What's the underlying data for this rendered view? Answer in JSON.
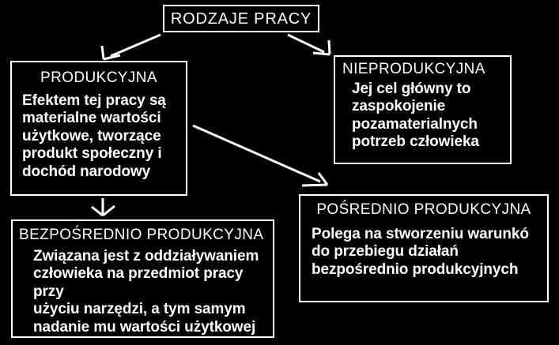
{
  "diagram": {
    "title": "RODZAJE PRACY",
    "background_color": "#000000",
    "foreground_color": "#ffffff",
    "nodes": [
      {
        "id": "root",
        "heading": "RODZAJE PRACY",
        "body": ""
      },
      {
        "id": "produkcyjna",
        "heading": "PRODUKCYJNA",
        "body": "Efektem tej pracy są\nmaterialne wartości\nużytkowe, tworzące\nprodukt społeczny i\ndochód narodowy"
      },
      {
        "id": "nieprodukcyjna",
        "heading": "NIEPRODUKCYJNA",
        "body": "Jej cel główny to\nzaspokojenie\npozamaterialnych\npotrzeb człowieka"
      },
      {
        "id": "bezposrednio",
        "heading": "BEZPOŚREDNIO PRODUKCYJNA",
        "body": "Związana jest z oddziaływaniem\nczłowieka na przedmiot pracy przy\nużyciu narzędzi, a tym samym\nnadanie mu wartości użytkowej"
      },
      {
        "id": "posrednio",
        "heading": "POŚREDNIO PRODUKCYJNA",
        "body": "Polega na stworzeniu warunkó\ndo przebiegu działań\nbezpośrednio produkcyjnych"
      }
    ],
    "edges": [
      {
        "id": "root-to-produkcyjna",
        "from": "root",
        "to": "produkcyjna",
        "style": "arrow"
      },
      {
        "id": "root-to-nieprodukcyjna",
        "from": "root",
        "to": "nieprodukcyjna",
        "style": "arrow"
      },
      {
        "id": "produkcyjna-to-bezposrednio",
        "from": "produkcyjna",
        "to": "bezposrednio",
        "style": "arrow"
      },
      {
        "id": "produkcyjna-to-posrednio",
        "from": "produkcyjna",
        "to": "posrednio",
        "style": "arrow"
      }
    ]
  }
}
